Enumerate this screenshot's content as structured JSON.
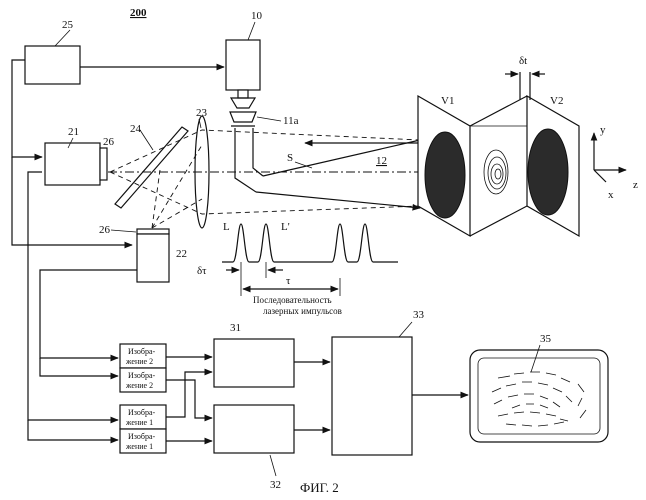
{
  "figure": {
    "number": "200",
    "caption": "ФИГ. 2",
    "components": {
      "c10": "10",
      "c11a": "11a",
      "c12": "12",
      "c21": "21",
      "c22": "22",
      "c23": "23",
      "c24": "24",
      "c25": "25",
      "c26_top": "26",
      "c26_bottom": "26",
      "c31": "31",
      "c32": "32",
      "c33": "33",
      "c35": "35"
    },
    "planes": {
      "v1": "V1",
      "v2": "V2",
      "gap": "δt"
    },
    "beam_label": "S",
    "axes": {
      "y": "y",
      "z": "z",
      "x": "x"
    },
    "pulses": {
      "l": "L",
      "l_prime": "L'",
      "delta_tau": "δτ",
      "tau": "τ"
    },
    "pulse_caption_line1": "Последовательность",
    "pulse_caption_line2": "лазерных импульсов",
    "image_boxes": [
      {
        "line1": "Изобра-",
        "line2": "жение 2"
      },
      {
        "line1": "Изобра-",
        "line2": "жение 2"
      },
      {
        "line1": "Изобра-",
        "line2": "жение 1"
      },
      {
        "line1": "Изобра-",
        "line2": "жение 1"
      }
    ]
  }
}
